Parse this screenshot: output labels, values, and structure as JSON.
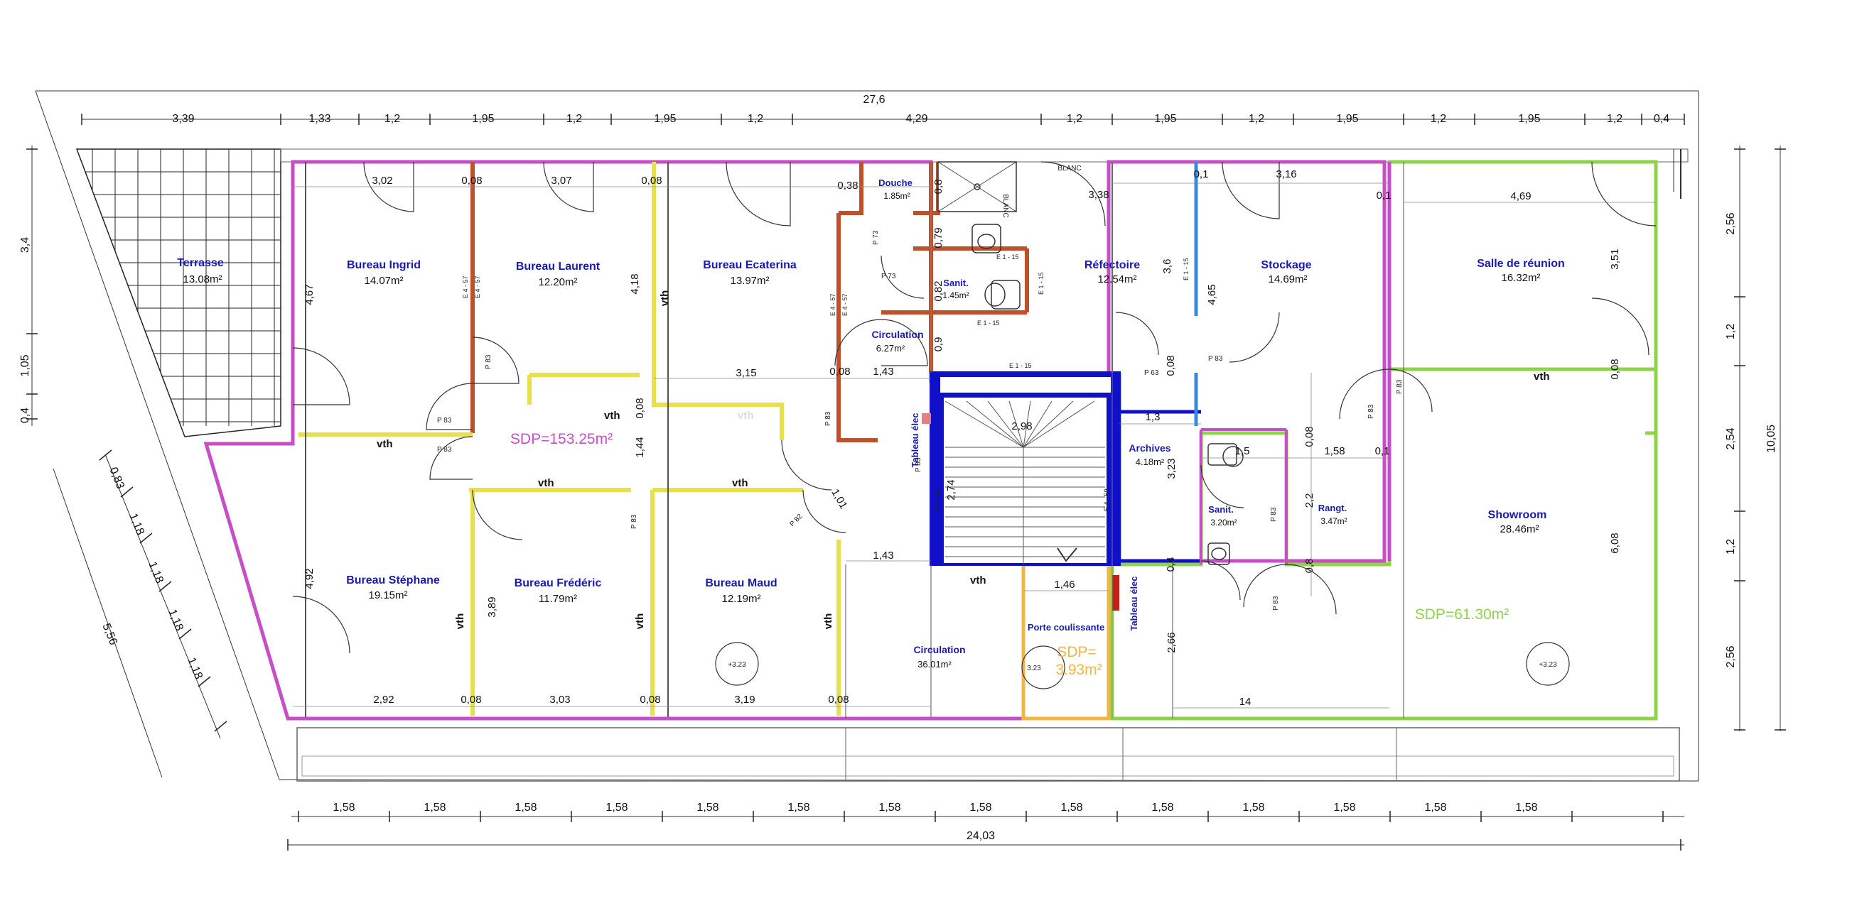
{
  "dimensions": {
    "total_top": "27,6",
    "top_segments": [
      "3,39",
      "1,33",
      "1,2",
      "1,95",
      "1,2",
      "1,95",
      "1,2",
      "4,29",
      "1,2",
      "1,95",
      "1,2",
      "1,95",
      "1,2",
      "1,95",
      "1,2",
      "0,4"
    ],
    "right": [
      "2,56",
      "1,2",
      "2,54",
      "1,2",
      "2,56"
    ],
    "right_total": "10,05",
    "left": [
      "3,4",
      "1,05",
      "0,4"
    ],
    "diag": [
      "0,83",
      "1,18",
      "1,18",
      "1,18",
      "1,18"
    ],
    "diag_total": "5,56",
    "bottom_segments": [
      "1,58",
      "1,58",
      "1,58",
      "1,58",
      "1,58",
      "1,58",
      "1,58",
      "1,58",
      "1,58",
      "1,58",
      "1,58",
      "1,58",
      "1,58",
      "1,58"
    ],
    "bottom_total": "24,03",
    "interior": {
      "d302": "3,02",
      "d008a": "0,08",
      "d307": "3,07",
      "d008b": "0,08",
      "d038": "0,38",
      "d08": "0,8",
      "d338": "3,38",
      "d01a": "0,1",
      "d316": "3,16",
      "d01b": "0,1",
      "d469": "4,69",
      "d467": "4,67",
      "d418": "4,18",
      "d079": "0,79",
      "d082": "0,82",
      "d09": "0,9",
      "d36": "3,6",
      "d465": "4,65",
      "d351": "3,51",
      "d315": "3,15",
      "d008c": "0,08",
      "d143a": "1,43",
      "d008d": "0,08",
      "d298": "2,98",
      "d13": "1,3",
      "d008e": "0,08",
      "d144": "1,44",
      "d158": "1,58",
      "d01c": "0,1",
      "d15": "1,5",
      "d323": "3,23",
      "d274": "2,74",
      "d101": "1,01",
      "d22": "2,2",
      "d08b": "0,8",
      "d143b": "1,43",
      "d146": "1,46",
      "d04": "0,4",
      "d492": "4,92",
      "d389": "3,89",
      "d608": "6,08",
      "d266": "2,66",
      "d292": "2,92",
      "d008f": "0,08",
      "d303": "3,03",
      "d008g": "0,08",
      "d319": "3,19",
      "d008h": "0,08",
      "d14": "14"
    }
  },
  "rooms": {
    "terrasse": {
      "name": "Terrasse",
      "area": "13.08m²"
    },
    "ingrid": {
      "name": "Bureau Ingrid",
      "area": "14.07m²"
    },
    "laurent": {
      "name": "Bureau Laurent",
      "area": "12.20m²"
    },
    "ecaterina": {
      "name": "Bureau Ecaterina",
      "area": "13.97m²"
    },
    "douche": {
      "name": "Douche",
      "area": "1.85m²"
    },
    "sanit1": {
      "name": "Sanit.",
      "area": "1.45m²"
    },
    "circ1": {
      "name": "Circulation",
      "area": "6.27m²"
    },
    "refectoire": {
      "name": "Réfectoire",
      "area": "12.54m²"
    },
    "stockage": {
      "name": "Stockage",
      "area": "14.69m²"
    },
    "reunion": {
      "name": "Salle de réunion",
      "area": "16.32m²"
    },
    "archives": {
      "name": "Archives",
      "area": "4.18m²"
    },
    "sanit2": {
      "name": "Sanit.",
      "area": "3.20m²"
    },
    "rangt": {
      "name": "Rangt.",
      "area": "3.47m²"
    },
    "showroom": {
      "name": "Showroom",
      "area": "28.46m²"
    },
    "stephane": {
      "name": "Bureau Stéphane",
      "area": "19.15m²"
    },
    "frederic": {
      "name": "Bureau Frédéric",
      "area": "11.79m²"
    },
    "maud": {
      "name": "Bureau Maud",
      "area": "12.19m²"
    },
    "circ2": {
      "name": "Circulation",
      "area": "36.01m²"
    }
  },
  "labels": {
    "sdp_main": "SDP=153.25m²",
    "sdp_showroom": "SDP=61.30m²",
    "sdp_small_1": "SDP=",
    "sdp_small_2": "3.93m²",
    "tableau1": "Tableau élec",
    "tableau2": "Tableau élec",
    "porte": "Porte coulissante",
    "blanc1": "BLANC",
    "blanc2": "BLANC",
    "vth": "vth",
    "level_1": "+3.23",
    "level_2": "3.23",
    "level_3": "+3.23"
  },
  "doors": {
    "p83": "P 83",
    "p73": "P 73",
    "p82": "P 82"
  },
  "wall_codes": {
    "e457": "E 4 - 57",
    "e115": "E 1 - 15",
    "e459": "E 4 - 59"
  },
  "colors": {
    "sdp_main": "#c64ec6",
    "sdp_showroom": "#8ed34a",
    "sdp_small": "#f0b840",
    "room_text": "#1a1ab0",
    "wall_red": "#c0502a",
    "wall_yellow": "#e8e04a",
    "wall_blue": "#1010c8",
    "wall_lblue": "#3a8ad8"
  }
}
